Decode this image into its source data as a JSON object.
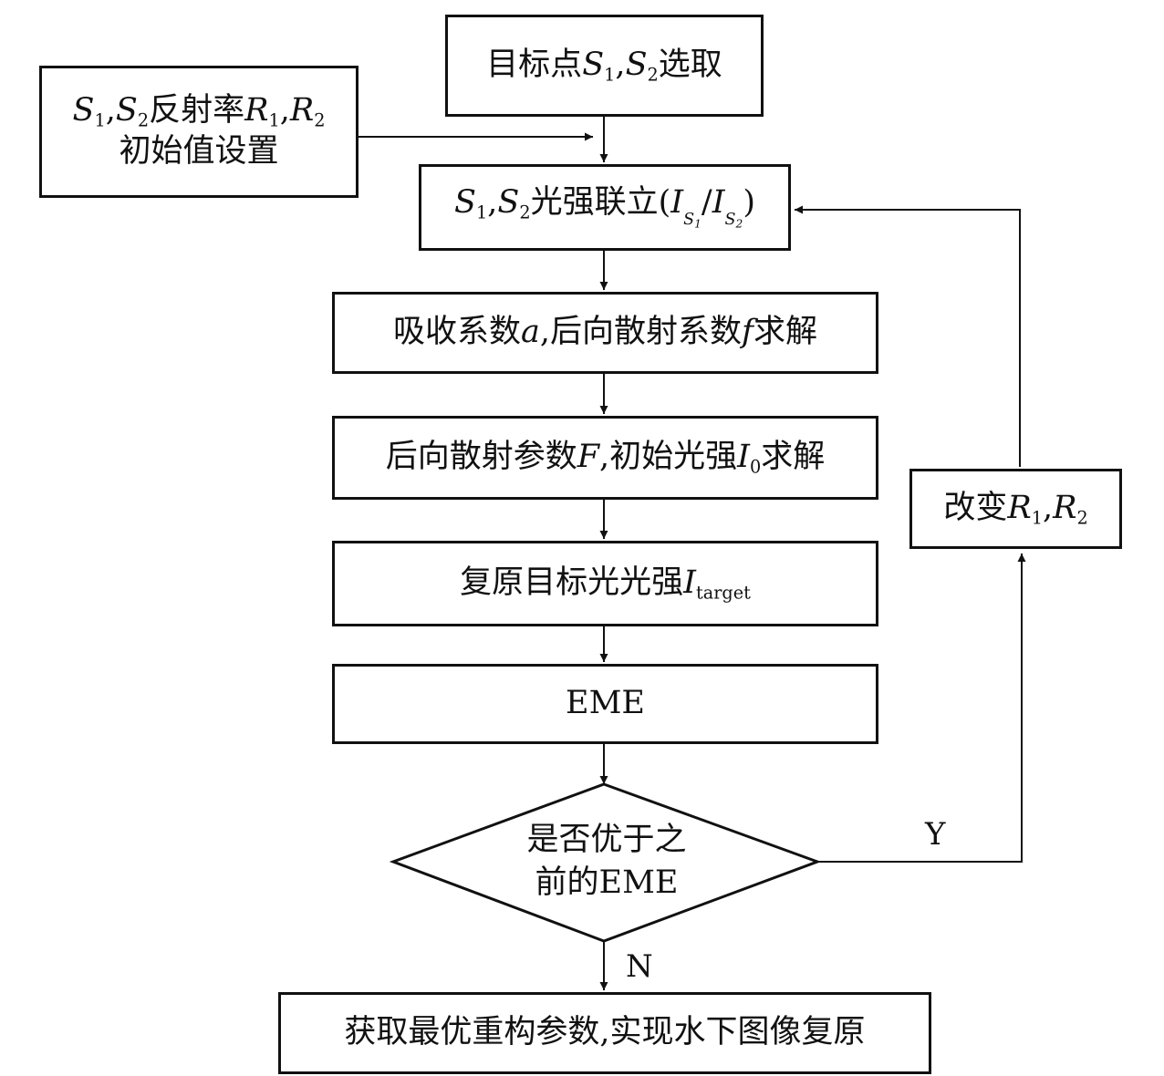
{
  "boxes": {
    "select": {
      "prefix": "目标点",
      "s1": "S",
      "s1_sub": "1",
      "sep": ",",
      "s2": "S",
      "s2_sub": "2",
      "suffix": "选取"
    },
    "init": {
      "line1": {
        "s1": "S",
        "s1_sub": "1",
        "sep1": ",",
        "s2": "S",
        "s2_sub": "2",
        "mid": "反射率",
        "r1": "R",
        "r1_sub": "1",
        "sep2": ",",
        "r2": "R",
        "r2_sub": "2"
      },
      "line2": "初始值设置"
    },
    "combine": {
      "s1": "S",
      "s1_sub": "1",
      "sep": ",",
      "s2": "S",
      "s2_sub": "2",
      "mid": "光强联立(",
      "i1": "I",
      "i1_sub": "S",
      "i1_subsub": "1",
      "slash": "/",
      "i2": "I",
      "i2_sub": "S",
      "i2_subsub": "2",
      "close": ")"
    },
    "absorb": {
      "p1": "吸收系数",
      "a": "a",
      "p2": ",后向散射系数",
      "f": "f",
      "p3": "求解"
    },
    "backscatter": {
      "p1": "后向散射参数",
      "F": "F",
      "p2": ",初始光强",
      "I": "I",
      "I_sub": "0",
      "p3": "求解"
    },
    "restore": {
      "p1": "复原目标光光强",
      "I": "I",
      "I_sub": "target"
    },
    "eme": "EME",
    "decision": {
      "line1": "是否优于之",
      "line2": "前的EME"
    },
    "final": "获取最优重构参数,实现水下图像复原",
    "change": {
      "p1": "改变",
      "r1": "R",
      "r1_sub": "1",
      "sep": ",",
      "r2": "R",
      "r2_sub": "2"
    }
  },
  "labels": {
    "yes": "Y",
    "no": "N"
  }
}
